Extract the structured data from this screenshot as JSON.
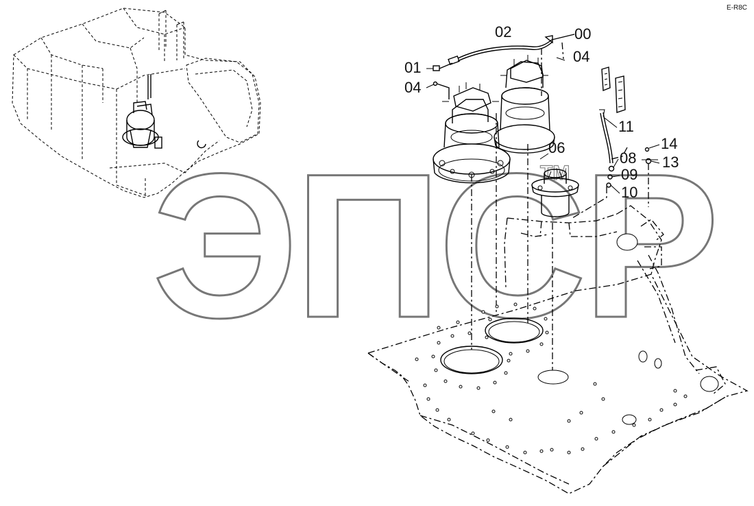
{
  "corner_ref": "E-R8C",
  "watermark": {
    "text": "ЭПСР",
    "tm": "TM"
  },
  "callouts": [
    {
      "id": "label-00",
      "text": "00"
    },
    {
      "id": "label-02",
      "text": "02"
    },
    {
      "id": "label-04-top",
      "text": "04"
    },
    {
      "id": "label-01",
      "text": "01"
    },
    {
      "id": "label-04-left",
      "text": "04"
    },
    {
      "id": "label-06",
      "text": "06"
    },
    {
      "id": "label-11",
      "text": "11"
    },
    {
      "id": "label-08",
      "text": "08"
    },
    {
      "id": "label-09",
      "text": "09"
    },
    {
      "id": "label-10",
      "text": "10"
    },
    {
      "id": "label-14",
      "text": "14"
    },
    {
      "id": "label-13",
      "text": "13"
    }
  ]
}
